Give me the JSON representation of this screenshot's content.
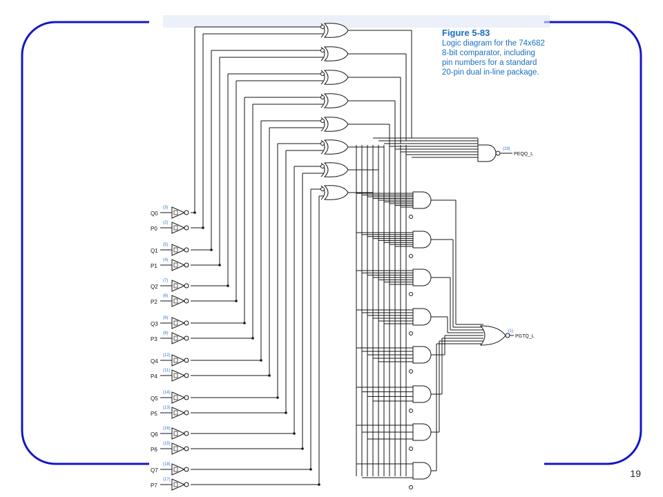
{
  "slide": {
    "page_number": "19",
    "frame_color": "#1515c8",
    "accent_color": "#1a6fc0"
  },
  "figure": {
    "number": "Figure 5-83",
    "caption": "Logic diagram for the 74x682 8-bit comparator, including pin numbers for a standard 20-pin dual in-line package."
  },
  "inputs": [
    {
      "name": "Q0",
      "pin": "(3)"
    },
    {
      "name": "P0",
      "pin": "(2)"
    },
    {
      "name": "Q1",
      "pin": "(5)"
    },
    {
      "name": "P1",
      "pin": "(4)"
    },
    {
      "name": "Q2",
      "pin": "(7)"
    },
    {
      "name": "P2",
      "pin": "(6)"
    },
    {
      "name": "Q3",
      "pin": "(9)"
    },
    {
      "name": "P3",
      "pin": "(8)"
    },
    {
      "name": "Q4",
      "pin": "(12)"
    },
    {
      "name": "P4",
      "pin": "(11)"
    },
    {
      "name": "Q5",
      "pin": "(14)"
    },
    {
      "name": "P5",
      "pin": "(13)"
    },
    {
      "name": "Q6",
      "pin": "(16)"
    },
    {
      "name": "P6",
      "pin": "(15)"
    },
    {
      "name": "Q7",
      "pin": "(18)"
    },
    {
      "name": "P7",
      "pin": "(17)"
    }
  ],
  "outputs": [
    {
      "name": "PEQQ_L",
      "pin": "(19)"
    },
    {
      "name": "PGTQ_L",
      "pin": "(1)"
    }
  ],
  "colors": {
    "wire": "#111111",
    "pin_label": "#2a6fd0"
  }
}
